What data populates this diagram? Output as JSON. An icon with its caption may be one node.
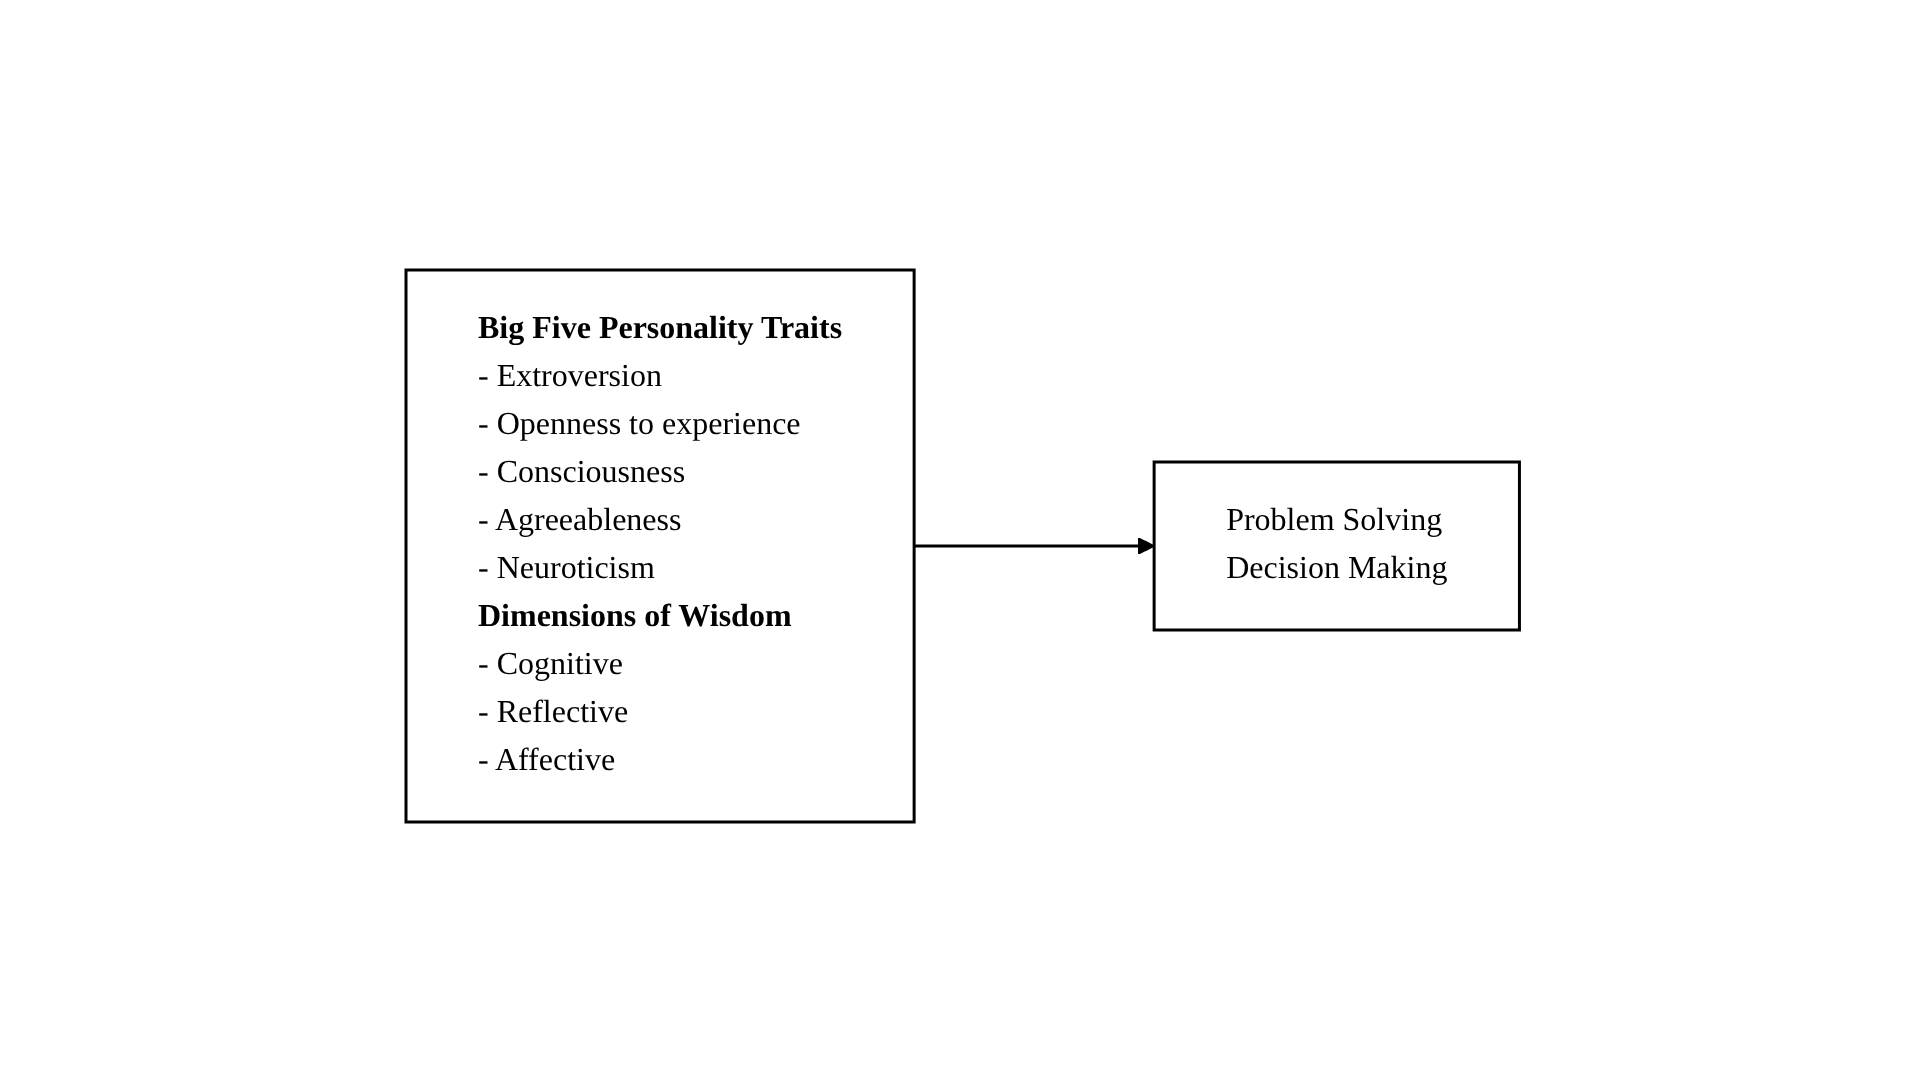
{
  "diagram": {
    "nodes": [
      {
        "text": [
          "Big Five Personality Traits",
          "- Extroversion",
          "- Openness to experience",
          "- Consciousness",
          "- Agreeableness",
          "- Neuroticism",
          "Dimensions of Wisdom",
          "- Cognitive",
          "- Reflective",
          "- Affective"
        ]
      },
      {
        "text": [
          "Problem Solving",
          "Decision Making"
        ]
      }
    ],
    "edges": [
      {
        "from": 0,
        "to": 1,
        "arrow": "to"
      }
    ]
  }
}
